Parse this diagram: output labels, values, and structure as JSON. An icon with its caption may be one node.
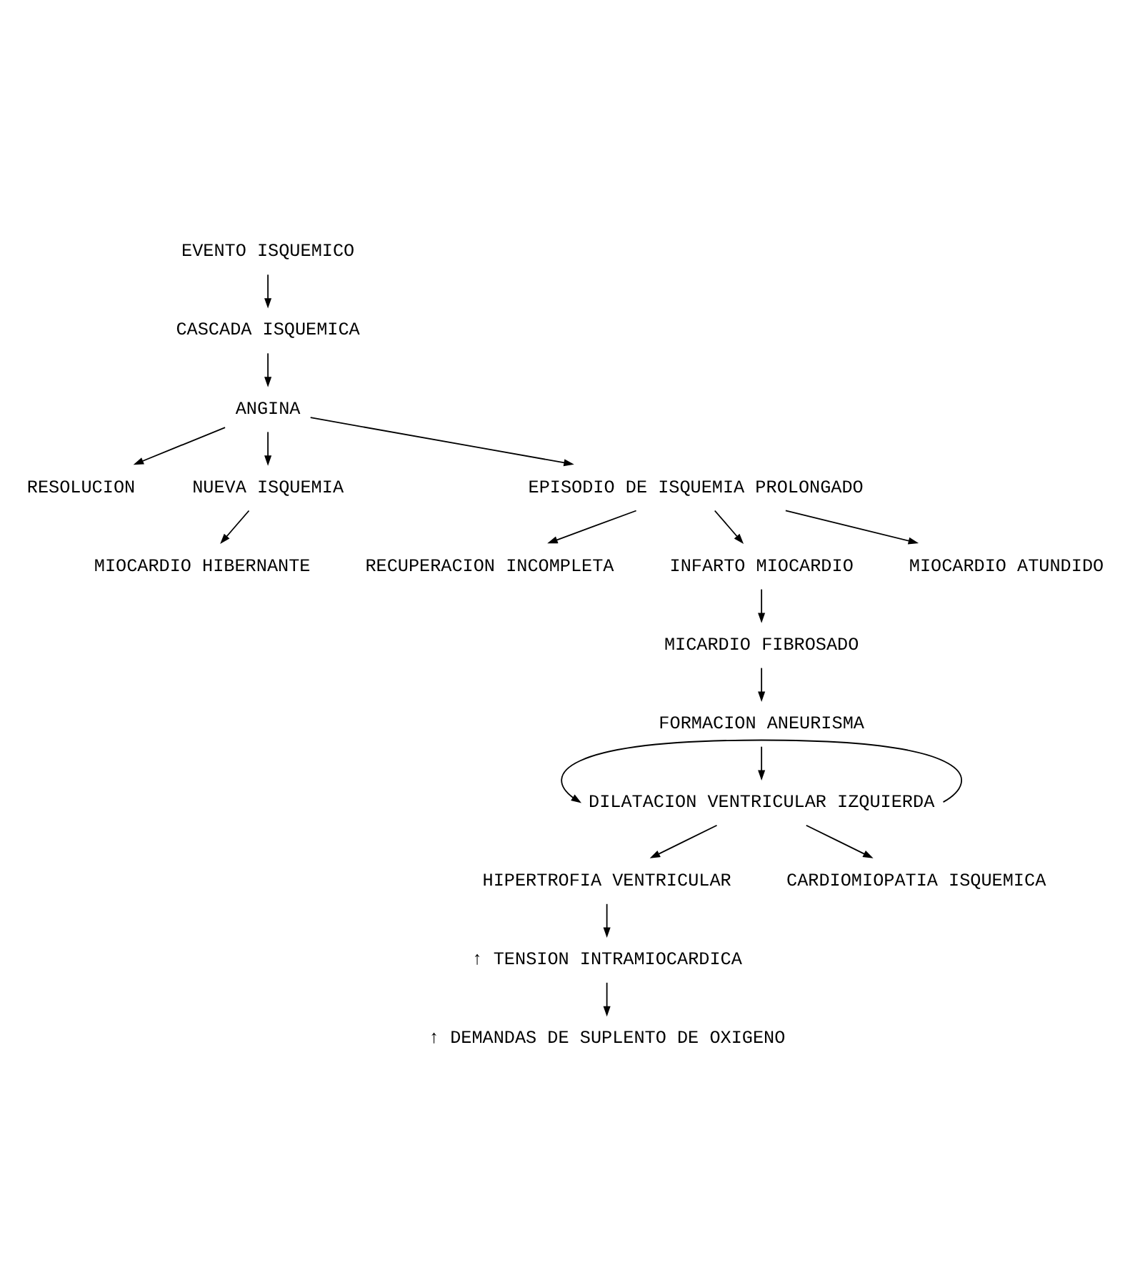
{
  "diagram": {
    "nodes": [
      {
        "text": [
          "EVENTO ISQUEMICO"
        ]
      },
      {
        "text": [
          "CASCADA ISQUEMICA"
        ]
      },
      {
        "text": [
          "ANGINA"
        ]
      },
      {
        "text": [
          "RESOLUCION"
        ]
      },
      {
        "text": [
          "NUEVA ISQUEMIA"
        ]
      },
      {
        "text": [
          "EPISODIO DE ISQUEMIA PROLONGADO"
        ]
      },
      {
        "text": [
          "RECUPERACION INCOMPLETA"
        ]
      },
      {
        "text": [
          "INFARTO MIOCARDIO"
        ]
      },
      {
        "text": [
          "MIOCARDIO ATUNDIDO"
        ]
      },
      {
        "text": [
          "MIOCARDIO HIBERNANTE"
        ]
      },
      {
        "text": [
          "MICARDIO FIBROSADO"
        ]
      },
      {
        "text": [
          "FORMACION ANEURISMA"
        ]
      },
      {
        "text": [
          "DILATACION VENTRICULAR IZQUIERDA"
        ]
      },
      {
        "text": [
          "HIPERTROFIA VENTRICULAR"
        ]
      },
      {
        "text": [
          "↑ TENSION INTRAMIOCARDICA"
        ]
      },
      {
        "text": [
          "↑ DEMANDAS DE SUPLENTO DE OXIGENO"
        ]
      },
      {
        "text": [
          "CARDIOMIOPATIA ISQUEMICA"
        ]
      }
    ],
    "edges": [
      {
        "from": 0,
        "to": 1,
        "arrow": "to"
      },
      {
        "from": 1,
        "to": 2,
        "arrow": "to"
      },
      {
        "from": 2,
        "to": 3,
        "arrow": "to"
      },
      {
        "from": 2,
        "to": 5,
        "arrow": "to"
      },
      {
        "from": 2,
        "to": 4,
        "arrow": "to"
      },
      {
        "from": 5,
        "to": 6,
        "arrow": "to"
      },
      {
        "from": 5,
        "to": 7,
        "arrow": "to"
      },
      {
        "from": 5,
        "to": 8,
        "arrow": "to"
      },
      {
        "from": 4,
        "to": 9,
        "arrow": "to"
      },
      {
        "from": 7,
        "to": 10,
        "arrow": "to"
      },
      {
        "from": 10,
        "to": 11,
        "arrow": "to"
      },
      {
        "from": 11,
        "to": 12,
        "arrow": "to"
      },
      {
        "from": 12,
        "to": 13,
        "arrow": "to"
      },
      {
        "from": 13,
        "to": 14,
        "arrow": "to"
      },
      {
        "from": 14,
        "to": 15,
        "arrow": "to"
      },
      {
        "from": 12,
        "to": 16,
        "arrow": "to"
      },
      {
        "from": 12,
        "to": 12,
        "arrow": "to"
      }
    ]
  }
}
